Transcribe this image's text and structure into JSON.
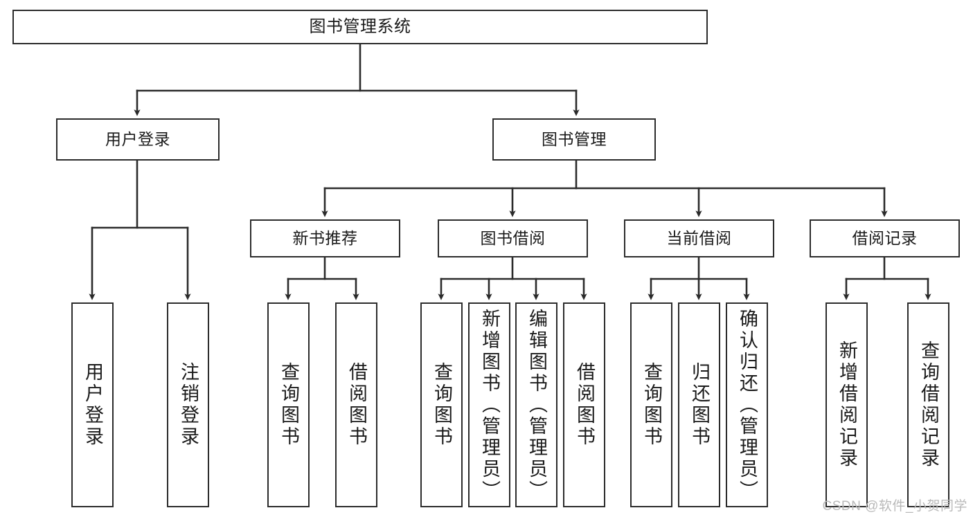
{
  "diagram": {
    "type": "tree-hierarchy",
    "title": "图书管理系统",
    "watermark": "CSDN @软件_小贺同学",
    "colors": {
      "stroke": "#2b2b2b",
      "fill": "#ffffff",
      "text": "#1a1a1a",
      "watermark": "#b9b9b9"
    },
    "nodes": {
      "root": {
        "label": "图书管理系统"
      },
      "level2": [
        {
          "id": "user-login",
          "label": "用户登录"
        },
        {
          "id": "book-manage",
          "label": "图书管理"
        }
      ],
      "level3": [
        {
          "id": "new-book-recommend",
          "label": "新书推荐"
        },
        {
          "id": "book-borrow",
          "label": "图书借阅"
        },
        {
          "id": "current-borrow",
          "label": "当前借阅"
        },
        {
          "id": "borrow-record",
          "label": "借阅记录"
        }
      ],
      "leaves": {
        "user_login": [
          {
            "id": "leaf-user-login",
            "label": "用户登录"
          },
          {
            "id": "leaf-logout-login",
            "label": "注销登录"
          }
        ],
        "new_book_recommend": [
          {
            "id": "leaf-query-book-1",
            "label": "查询图书"
          },
          {
            "id": "leaf-borrow-book-1",
            "label": "借阅图书"
          }
        ],
        "book_borrow": [
          {
            "id": "leaf-query-book-2",
            "label": "查询图书"
          },
          {
            "id": "leaf-add-book",
            "label": "新增图书（管理员）"
          },
          {
            "id": "leaf-edit-book",
            "label": "编辑图书（管理员）"
          },
          {
            "id": "leaf-borrow-book-2",
            "label": "借阅图书"
          }
        ],
        "current_borrow": [
          {
            "id": "leaf-query-book-3",
            "label": "查询图书"
          },
          {
            "id": "leaf-return-book",
            "label": "归还图书"
          },
          {
            "id": "leaf-confirm-return",
            "label": "确认归还（管理员）"
          }
        ],
        "borrow_record": [
          {
            "id": "leaf-add-record",
            "label": "新增借阅记录"
          },
          {
            "id": "leaf-query-record",
            "label": "查询借阅记录"
          }
        ]
      }
    }
  }
}
